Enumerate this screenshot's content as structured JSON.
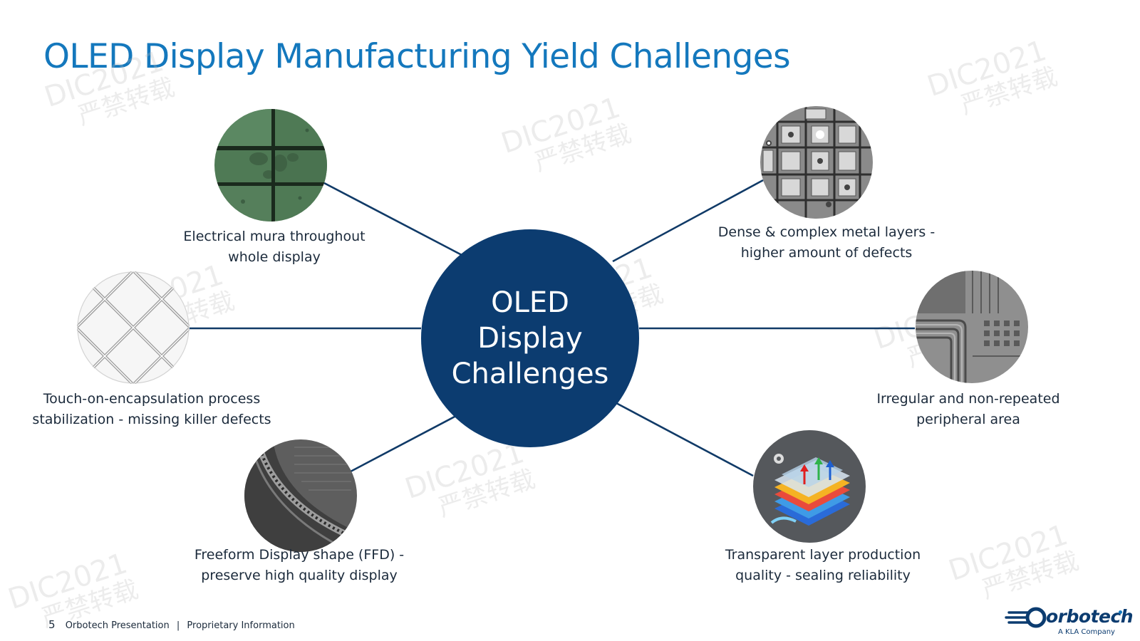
{
  "slide": {
    "title": "OLED Display Manufacturing Yield Challenges",
    "hub": {
      "line1": "OLED",
      "line2": "Display",
      "line3": "Challenges",
      "color": "#0c3c70"
    },
    "accent_color": "#1478bd",
    "connector_color": "#103a67",
    "challenges": [
      {
        "icon": "electrical-mura-photo",
        "line1": "Electrical mura throughout",
        "line2": "whole display"
      },
      {
        "icon": "metal-layers-photo",
        "line1": "Dense & complex metal layers -",
        "line2": "higher amount of defects"
      },
      {
        "icon": "touch-mesh-photo",
        "line1": "Touch-on-encapsulation process",
        "line2": "stabilization - missing killer defects"
      },
      {
        "icon": "peripheral-area-photo",
        "line1": "Irregular and non-repeated",
        "line2": "peripheral area"
      },
      {
        "icon": "freeform-edge-photo",
        "line1": "Freeform Display shape (FFD) -",
        "line2": "preserve high quality display"
      },
      {
        "icon": "layer-stack-photo",
        "line1": "Transparent layer production",
        "line2": "quality - sealing reliability"
      }
    ]
  },
  "watermark": {
    "line1": "DIC2021",
    "line2": "严禁转载"
  },
  "footer": {
    "page_number": "5",
    "presentation": "Orbotech Presentation",
    "separator": "|",
    "classification": "Proprietary Information"
  },
  "logo": {
    "name": "orbotech",
    "tagline": "A KLA Company"
  }
}
